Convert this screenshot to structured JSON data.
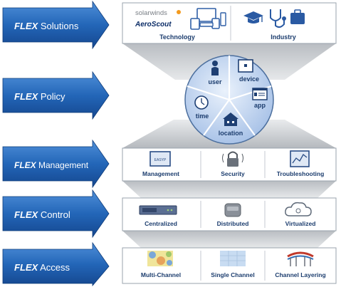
{
  "arrows": [
    {
      "bold": "FLEX",
      "rest": " Solutions"
    },
    {
      "bold": "FLEX",
      "rest": " Policy"
    },
    {
      "bold": "FLEX",
      "rest": " Management"
    },
    {
      "bold": "FLEX",
      "rest": " Control"
    },
    {
      "bold": "FLEX",
      "rest": " Access"
    }
  ],
  "solutions": {
    "logo_solarwinds": "solarwinds",
    "logo_aeroscout": "AeroScout",
    "technology_label": "Technology",
    "industry_label": "Industry"
  },
  "policy": {
    "user": "user",
    "device": "device",
    "app": "app",
    "location": "location",
    "time": "time"
  },
  "management": {
    "management": "Management",
    "security": "Security",
    "troubleshooting": "Troubleshooting",
    "screen_text": "EASYP"
  },
  "control": {
    "centralized": "Centralized",
    "distributed": "Distributed",
    "virtualized": "Virtualized"
  },
  "access": {
    "multi_channel": "Multi-Channel",
    "single_channel": "Single Channel",
    "channel_layering": "Channel Layering"
  },
  "colors": {
    "arrow_blue": "#1f5fae",
    "arrow_light": "#4a8ad4",
    "panel_border": "#9aa3ad",
    "label_blue": "#1c3d6e",
    "funnel_gray": "#c9ccd0",
    "wheel_blue": "#a9c4e8"
  }
}
